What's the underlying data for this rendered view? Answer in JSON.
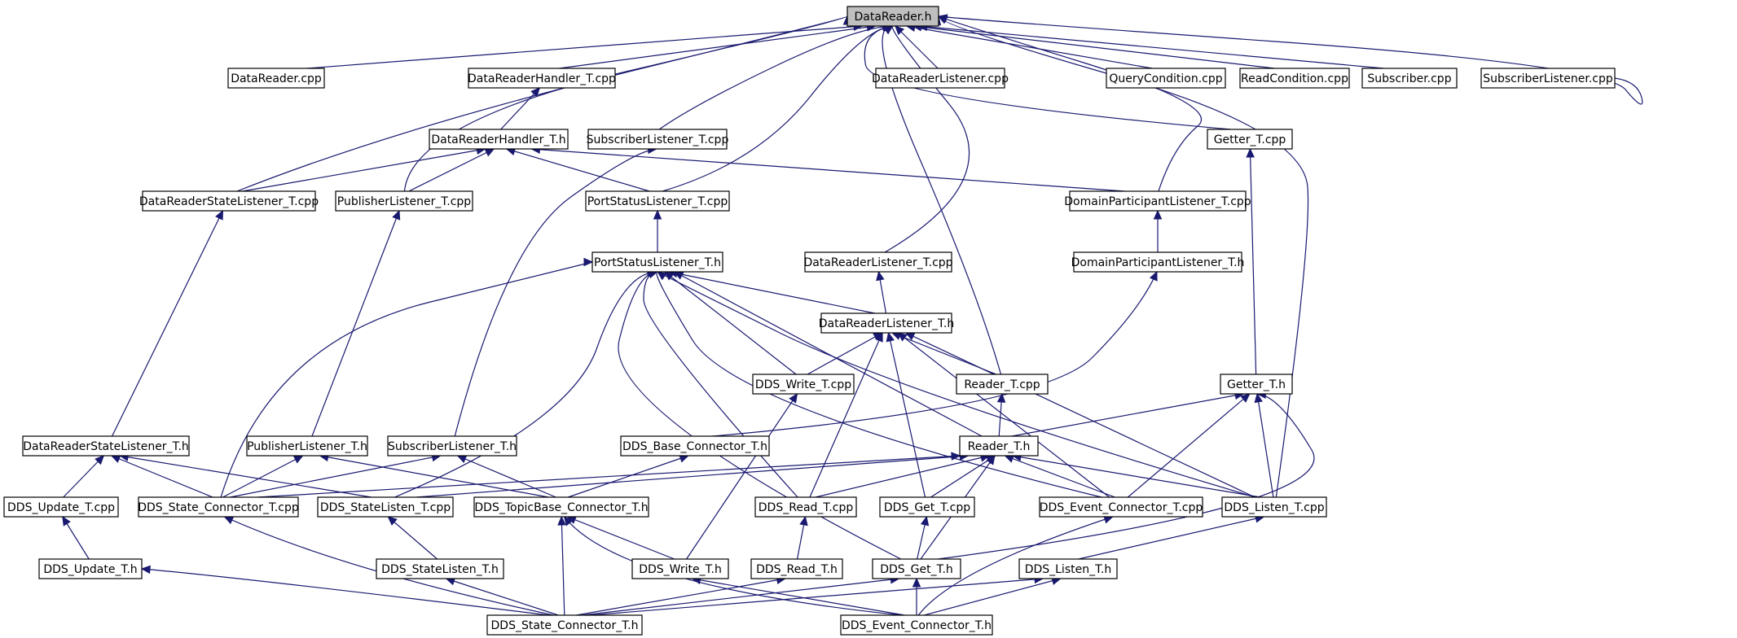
{
  "graph": {
    "root": "DataReader.h",
    "colors": {
      "edge": "#191970",
      "node_border": "#000000",
      "root_fill": "#bfbfbf",
      "node_fill": "#ffffff"
    },
    "nodes": [
      {
        "id": "n0",
        "label": "DataReader.h"
      },
      {
        "id": "n1",
        "label": "DataReader.cpp"
      },
      {
        "id": "n2",
        "label": "DataReaderHandler_T.cpp"
      },
      {
        "id": "n3",
        "label": "DataReaderListener.cpp"
      },
      {
        "id": "n4",
        "label": "QueryCondition.cpp"
      },
      {
        "id": "n5",
        "label": "ReadCondition.cpp"
      },
      {
        "id": "n6",
        "label": "Subscriber.cpp"
      },
      {
        "id": "n7",
        "label": "SubscriberListener.cpp"
      },
      {
        "id": "n8",
        "label": "DataReaderHandler_T.h"
      },
      {
        "id": "n9",
        "label": "SubscriberListener_T.cpp"
      },
      {
        "id": "n10",
        "label": "Getter_T.cpp"
      },
      {
        "id": "n11",
        "label": "DataReaderStateListener_T.cpp"
      },
      {
        "id": "n12",
        "label": "PublisherListener_T.cpp"
      },
      {
        "id": "n13",
        "label": "PortStatusListener_T.cpp"
      },
      {
        "id": "n14",
        "label": "DomainParticipantListener_T.cpp"
      },
      {
        "id": "n15",
        "label": "PortStatusListener_T.h"
      },
      {
        "id": "n16",
        "label": "DataReaderListener_T.cpp"
      },
      {
        "id": "n17",
        "label": "DomainParticipantListener_T.h"
      },
      {
        "id": "n18",
        "label": "DataReaderListener_T.h"
      },
      {
        "id": "n19",
        "label": "DDS_Write_T.cpp"
      },
      {
        "id": "n20",
        "label": "Reader_T.cpp"
      },
      {
        "id": "n21",
        "label": "Getter_T.h"
      },
      {
        "id": "n22",
        "label": "DataReaderStateListener_T.h"
      },
      {
        "id": "n23",
        "label": "PublisherListener_T.h"
      },
      {
        "id": "n24",
        "label": "SubscriberListener_T.h"
      },
      {
        "id": "n25",
        "label": "DDS_Base_Connector_T.h"
      },
      {
        "id": "n26",
        "label": "Reader_T.h"
      },
      {
        "id": "n27",
        "label": "DDS_Update_T.cpp"
      },
      {
        "id": "n28",
        "label": "DDS_State_Connector_T.cpp"
      },
      {
        "id": "n29",
        "label": "DDS_StateListen_T.cpp"
      },
      {
        "id": "n30",
        "label": "DDS_TopicBase_Connector_T.h"
      },
      {
        "id": "n31",
        "label": "DDS_Read_T.cpp"
      },
      {
        "id": "n32",
        "label": "DDS_Get_T.cpp"
      },
      {
        "id": "n33",
        "label": "DDS_Event_Connector_T.cpp"
      },
      {
        "id": "n34",
        "label": "DDS_Listen_T.cpp"
      },
      {
        "id": "n35",
        "label": "DDS_Update_T.h"
      },
      {
        "id": "n36",
        "label": "DDS_StateListen_T.h"
      },
      {
        "id": "n37",
        "label": "DDS_Write_T.h"
      },
      {
        "id": "n38",
        "label": "DDS_Read_T.h"
      },
      {
        "id": "n39",
        "label": "DDS_Get_T.h"
      },
      {
        "id": "n40",
        "label": "DDS_Listen_T.h"
      },
      {
        "id": "n41",
        "label": "DDS_State_Connector_T.h"
      },
      {
        "id": "n42",
        "label": "DDS_Event_Connector_T.h"
      }
    ],
    "edges": [
      {
        "from": "n1",
        "to": "n0"
      },
      {
        "from": "n2",
        "to": "n0"
      },
      {
        "from": "n3",
        "to": "n0"
      },
      {
        "from": "n4",
        "to": "n0"
      },
      {
        "from": "n5",
        "to": "n0"
      },
      {
        "from": "n6",
        "to": "n0"
      },
      {
        "from": "n7",
        "to": "n0"
      },
      {
        "from": "n9",
        "to": "n0"
      },
      {
        "from": "n10",
        "to": "n0"
      },
      {
        "from": "n11",
        "to": "n0"
      },
      {
        "from": "n12",
        "to": "n0"
      },
      {
        "from": "n13",
        "to": "n0"
      },
      {
        "from": "n14",
        "to": "n0"
      },
      {
        "from": "n16",
        "to": "n0"
      },
      {
        "from": "n20",
        "to": "n0"
      },
      {
        "from": "n34",
        "to": "n0"
      },
      {
        "from": "n8",
        "to": "n2"
      },
      {
        "from": "n11",
        "to": "n8"
      },
      {
        "from": "n12",
        "to": "n8"
      },
      {
        "from": "n13",
        "to": "n8"
      },
      {
        "from": "n14",
        "to": "n8"
      },
      {
        "from": "n15",
        "to": "n13"
      },
      {
        "from": "n17",
        "to": "n14"
      },
      {
        "from": "n18",
        "to": "n16"
      },
      {
        "from": "n18",
        "to": "n15"
      },
      {
        "from": "n21",
        "to": "n10"
      },
      {
        "from": "n22",
        "to": "n11"
      },
      {
        "from": "n23",
        "to": "n12"
      },
      {
        "from": "n24",
        "to": "n9"
      },
      {
        "from": "n25",
        "to": "n17"
      },
      {
        "from": "n19",
        "to": "n15"
      },
      {
        "from": "n19",
        "to": "n18"
      },
      {
        "from": "n26",
        "to": "n20"
      },
      {
        "from": "n26",
        "to": "n21"
      },
      {
        "from": "n26",
        "to": "n15"
      },
      {
        "from": "n20",
        "to": "n18"
      },
      {
        "from": "n27",
        "to": "n22"
      },
      {
        "from": "n28",
        "to": "n22"
      },
      {
        "from": "n28",
        "to": "n23"
      },
      {
        "from": "n28",
        "to": "n24"
      },
      {
        "from": "n28",
        "to": "n15"
      },
      {
        "from": "n28",
        "to": "n26"
      },
      {
        "from": "n29",
        "to": "n22"
      },
      {
        "from": "n29",
        "to": "n15"
      },
      {
        "from": "n29",
        "to": "n26"
      },
      {
        "from": "n30",
        "to": "n23"
      },
      {
        "from": "n30",
        "to": "n24"
      },
      {
        "from": "n30",
        "to": "n25"
      },
      {
        "from": "n31",
        "to": "n15"
      },
      {
        "from": "n31",
        "to": "n18"
      },
      {
        "from": "n31",
        "to": "n26"
      },
      {
        "from": "n32",
        "to": "n18"
      },
      {
        "from": "n32",
        "to": "n26"
      },
      {
        "from": "n33",
        "to": "n15"
      },
      {
        "from": "n33",
        "to": "n18"
      },
      {
        "from": "n33",
        "to": "n21"
      },
      {
        "from": "n33",
        "to": "n26"
      },
      {
        "from": "n34",
        "to": "n15"
      },
      {
        "from": "n34",
        "to": "n18"
      },
      {
        "from": "n34",
        "to": "n21"
      },
      {
        "from": "n34",
        "to": "n26"
      },
      {
        "from": "n35",
        "to": "n27"
      },
      {
        "from": "n36",
        "to": "n29"
      },
      {
        "from": "n37",
        "to": "n19"
      },
      {
        "from": "n37",
        "to": "n30"
      },
      {
        "from": "n38",
        "to": "n31"
      },
      {
        "from": "n39",
        "to": "n32"
      },
      {
        "from": "n39",
        "to": "n26"
      },
      {
        "from": "n39",
        "to": "n15"
      },
      {
        "from": "n39",
        "to": "n21"
      },
      {
        "from": "n40",
        "to": "n34"
      },
      {
        "from": "n41",
        "to": "n28"
      },
      {
        "from": "n41",
        "to": "n35"
      },
      {
        "from": "n41",
        "to": "n36"
      },
      {
        "from": "n41",
        "to": "n38"
      },
      {
        "from": "n41",
        "to": "n39"
      },
      {
        "from": "n41",
        "to": "n40"
      },
      {
        "from": "n41",
        "to": "n30"
      },
      {
        "from": "n42",
        "to": "n33"
      },
      {
        "from": "n42",
        "to": "n37"
      },
      {
        "from": "n42",
        "to": "n39"
      },
      {
        "from": "n42",
        "to": "n40"
      },
      {
        "from": "n42",
        "to": "n30"
      }
    ]
  }
}
